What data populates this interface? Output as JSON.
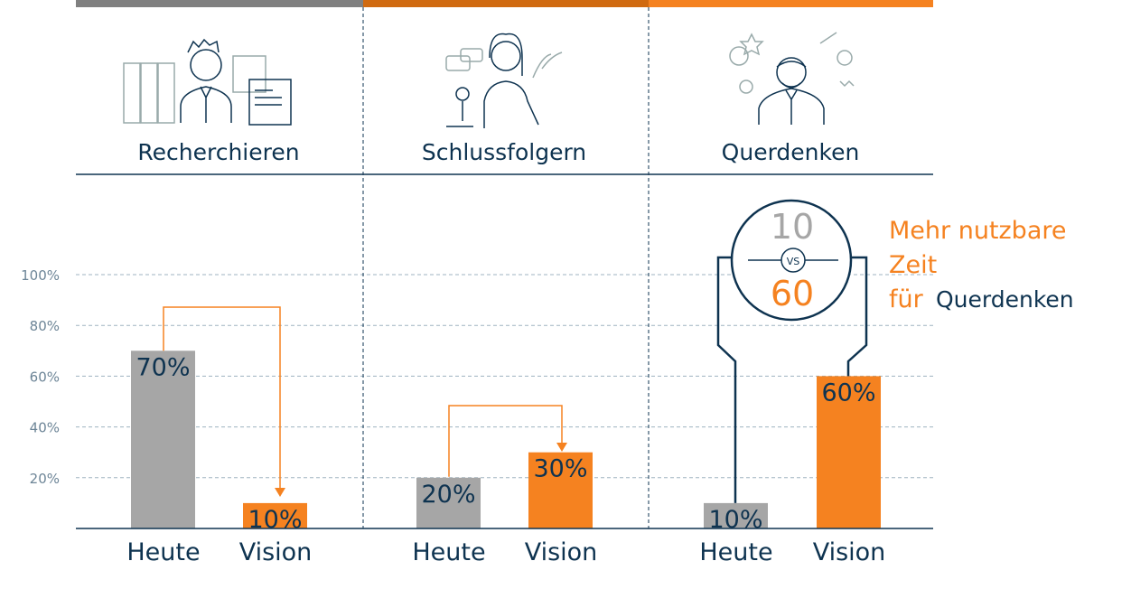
{
  "chart_data": {
    "type": "bar",
    "title": "",
    "xlabel": "",
    "ylabel": "",
    "ylim": [
      0,
      100
    ],
    "yticks": [
      "20%",
      "40%",
      "60%",
      "80%",
      "100%"
    ],
    "grid": true,
    "groups": [
      {
        "label": "Recherchieren",
        "icon": "researcher-icon",
        "bars": [
          {
            "category": "Heute",
            "value": 70,
            "label": "70%"
          },
          {
            "category": "Vision",
            "value": 10,
            "label": "10%"
          }
        ]
      },
      {
        "label": "Schlussfolgern",
        "icon": "presenter-icon",
        "bars": [
          {
            "category": "Heute",
            "value": 20,
            "label": "20%"
          },
          {
            "category": "Vision",
            "value": 30,
            "label": "30%"
          }
        ]
      },
      {
        "label": "Querdenken",
        "icon": "thinker-icon",
        "bars": [
          {
            "category": "Heute",
            "value": 10,
            "label": "10%"
          },
          {
            "category": "Vision",
            "value": 60,
            "label": "60%"
          }
        ]
      }
    ],
    "annotation": {
      "before": "10",
      "vs": "VS",
      "after": "60",
      "line1": "Mehr nutzbare",
      "line2": "Zeit",
      "line3a": "für",
      "line3b": "Querdenken"
    }
  },
  "colors": {
    "heute": "#a6a6a6",
    "vision": "#f58220",
    "dark": "#0e3350",
    "bar1": "#808080",
    "bar2": "#d06a10",
    "bar3": "#f58220",
    "grid": "#9fb3c0"
  }
}
